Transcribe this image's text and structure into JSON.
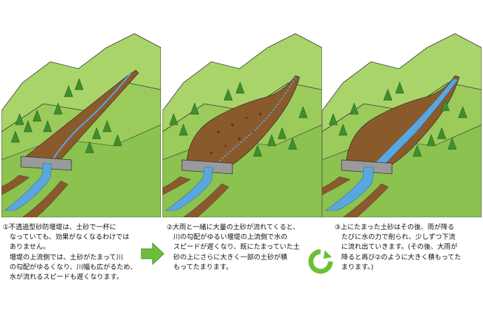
{
  "captions": [
    {
      "lines": [
        "①不透過型砂防堰堤は、土砂で一杯に",
        "　なっていても、効果がなくなるわけでは",
        "　ありません。",
        "　堰堤の上流側では、土砂がたまって川",
        "　の勾配がゆるくなり、川幅も広がるため、",
        "　水が流れるスピードも遅くなります。"
      ]
    },
    {
      "lines": [
        "②大雨と一緒に大量の土砂が流れてくると、",
        "　川の勾配がゆるい堰堤の上流側で水の",
        "　スピードが遅くなり、既にたまっていた土",
        "　砂の上にさらに大きく一部の土砂が積",
        "　もってたまります。"
      ]
    },
    {
      "lines": [
        "③上にたまった土砂はその後、雨が降る",
        "　たびに水の力で削られ、少しずつ下流",
        "　に流れ出ていきます。(その後、大雨が",
        "　降ると再び②のように大きく積もってた",
        "　まります。)"
      ]
    }
  ],
  "colors": {
    "grass": "#9bcb5a",
    "grass_dark": "#79b043",
    "soil": "#8b5a2b",
    "water": "#5aa7e0",
    "dam": "#9a9a9a",
    "arrow": "#6cbf3a"
  }
}
